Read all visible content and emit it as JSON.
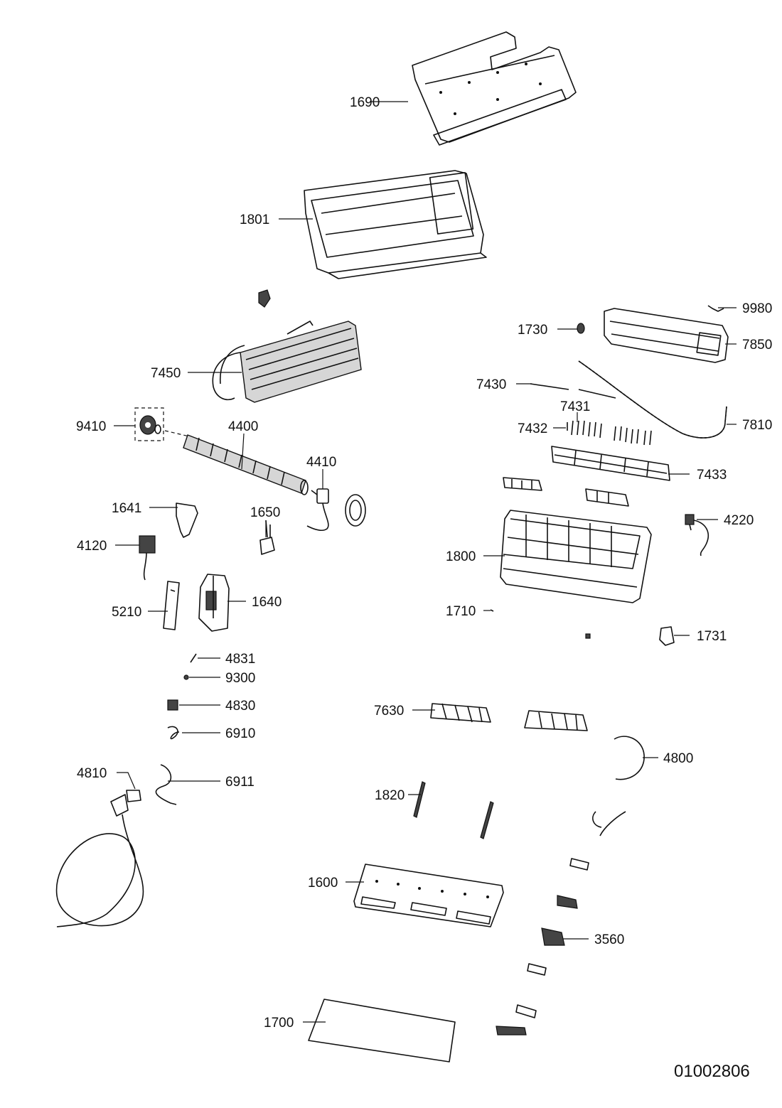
{
  "document_id": "01002806",
  "parts": [
    {
      "id": "1690"
    },
    {
      "id": "1801"
    },
    {
      "id": "9980"
    },
    {
      "id": "1730"
    },
    {
      "id": "7850"
    },
    {
      "id": "7450"
    },
    {
      "id": "7430"
    },
    {
      "id": "7431"
    },
    {
      "id": "7432"
    },
    {
      "id": "7810"
    },
    {
      "id": "9410"
    },
    {
      "id": "4400"
    },
    {
      "id": "4410"
    },
    {
      "id": "7433"
    },
    {
      "id": "1641"
    },
    {
      "id": "1650"
    },
    {
      "id": "4220"
    },
    {
      "id": "4120"
    },
    {
      "id": "1800"
    },
    {
      "id": "1640"
    },
    {
      "id": "5210"
    },
    {
      "id": "1710"
    },
    {
      "id": "1731"
    },
    {
      "id": "4831"
    },
    {
      "id": "9300"
    },
    {
      "id": "4830"
    },
    {
      "id": "7630"
    },
    {
      "id": "6910"
    },
    {
      "id": "4800"
    },
    {
      "id": "4810"
    },
    {
      "id": "6911"
    },
    {
      "id": "1820"
    },
    {
      "id": "1600"
    },
    {
      "id": "3560"
    },
    {
      "id": "1700"
    }
  ]
}
